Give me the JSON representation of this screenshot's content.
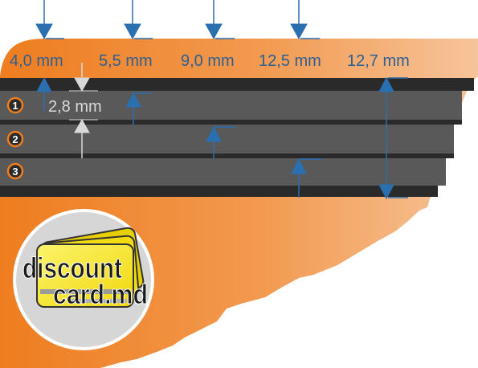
{
  "colors": {
    "orange_dark": "#ee7d1f",
    "orange_light": "#f6c49a",
    "stripe_black": "#2a2a2a",
    "track_gray": "#595959",
    "arrow_blue": "#2a6fb0",
    "measure_gray": "#d9d9d9",
    "label_blue": "#2d5f93",
    "card_yellow": "#f7ea1e",
    "logo_circle": "#d6d6d6"
  },
  "measurements": [
    "4,0 mm",
    "5,5 mm",
    "9,0 mm",
    "12,5 mm",
    "12,7 mm"
  ],
  "track_gap_label": "2,8 mm",
  "tracks": [
    "1",
    "2",
    "3"
  ],
  "logo": {
    "line1": "discount",
    "line2": "card.md"
  }
}
